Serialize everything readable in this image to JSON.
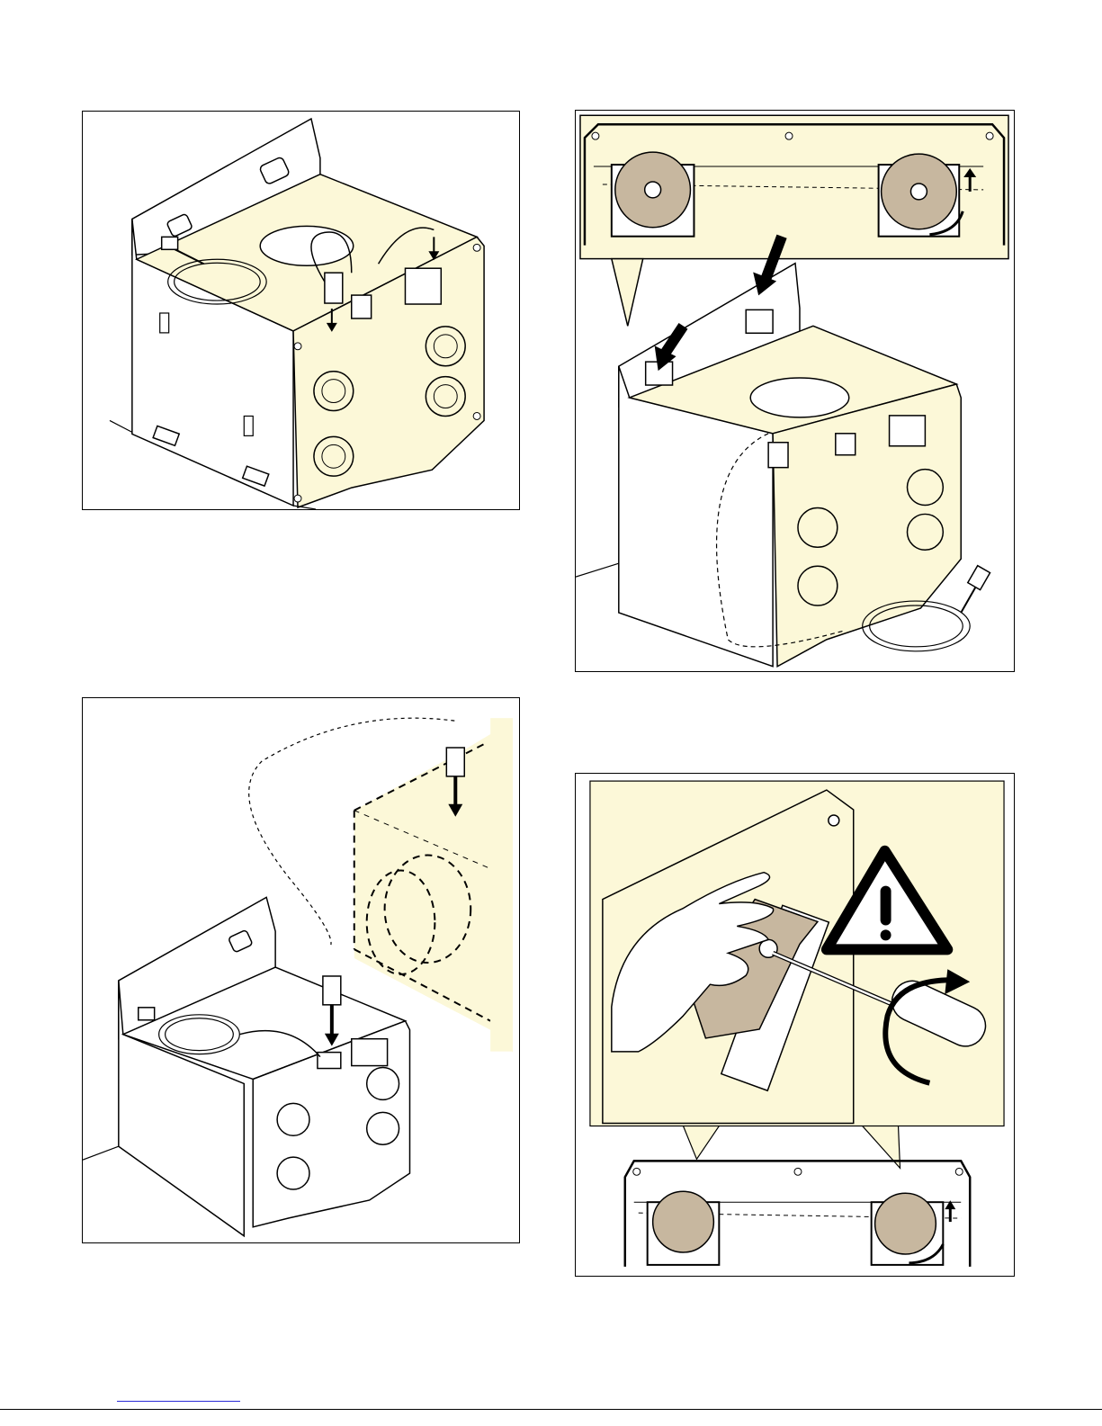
{
  "document": {
    "description_free_layout": true,
    "figures": [
      {
        "id": "fig-1",
        "subject": "appliance-box-with-power-cord-inside"
      },
      {
        "id": "fig-2",
        "subject": "mounting-bracket-with-locking-knobs-and-cord"
      },
      {
        "id": "fig-3",
        "subject": "cord-connector-insertion-into-unit"
      },
      {
        "id": "fig-4",
        "subject": "knob-tightening-with-screwdriver-and-warning"
      }
    ],
    "icons": [
      "warning-triangle-icon",
      "down-arrow-icon",
      "up-arrow-icon",
      "rotate-arrow-icon"
    ],
    "colors": {
      "highlight_fill": "#fcf8d8",
      "knob_fill": "#c7b79f",
      "line": "#000000",
      "footer_link": "#2b2bd6"
    }
  }
}
